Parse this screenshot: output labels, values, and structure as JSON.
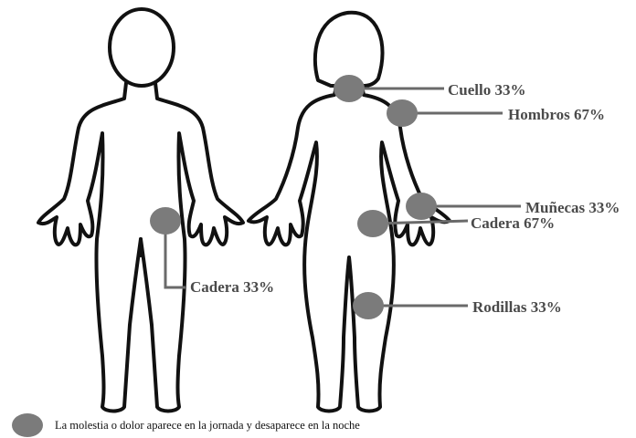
{
  "colors": {
    "outline": "#111111",
    "marker": "#7b7b7b",
    "leader": "#6a6a6a",
    "label_text": "#4a4a4a"
  },
  "annotations": [
    {
      "id": "cuello",
      "text": "Cuello 33%"
    },
    {
      "id": "hombros",
      "text": "Hombros 67%"
    },
    {
      "id": "munecas",
      "text": "Muñecas 33%"
    },
    {
      "id": "cadera-mujer",
      "text": "Cadera 67%"
    },
    {
      "id": "rodillas",
      "text": "Rodillas 33%"
    },
    {
      "id": "cadera-hombre",
      "text": "Cadera 33%"
    }
  ],
  "legend": {
    "icon": "gray-circle",
    "text": "La molestia o dolor aparece  en la jornada  y desaparece  en la noche"
  }
}
